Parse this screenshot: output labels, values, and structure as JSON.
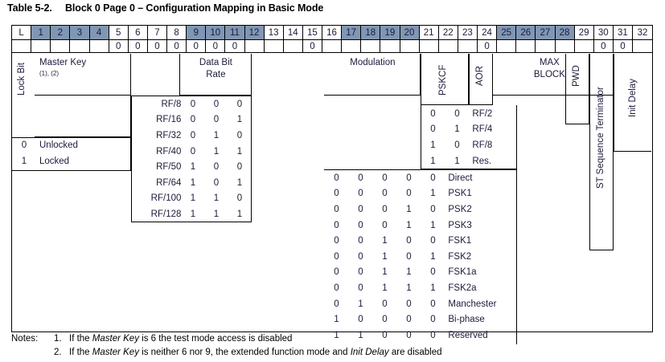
{
  "title": {
    "number": "Table 5-2.",
    "text": "Block 0 Page 0 – Configuration Mapping in Basic Mode"
  },
  "colors": {
    "shading": "#8097b3",
    "text": "#1b1b3a",
    "border": "#000000"
  },
  "header": {
    "first_label": "L",
    "columns": [
      "1",
      "2",
      "3",
      "4",
      "5",
      "6",
      "7",
      "8",
      "9",
      "10",
      "11",
      "12",
      "13",
      "14",
      "15",
      "16",
      "17",
      "18",
      "19",
      "20",
      "21",
      "22",
      "23",
      "24",
      "25",
      "26",
      "27",
      "28",
      "29",
      "30",
      "31",
      "32"
    ],
    "shaded_groups": [
      [
        1,
        4
      ],
      [
        9,
        12
      ],
      [
        17,
        20
      ],
      [
        25,
        28
      ]
    ],
    "fixed_zero_row": {
      "5": "0",
      "6": "0",
      "7": "0",
      "8": "0",
      "9": "0",
      "10": "0",
      "11": "0",
      "15": "0",
      "24": "0",
      "30": "0",
      "31": "0"
    }
  },
  "fields": {
    "lock_bit": {
      "label": "Lock Bit",
      "values": [
        {
          "bit": "0",
          "meaning": "Unlocked"
        },
        {
          "bit": "1",
          "meaning": "Locked"
        }
      ]
    },
    "master_key": {
      "label": "Master Key",
      "footnotes": "(1), (2)"
    },
    "data_bit_rate": {
      "label_line1": "Data Bit",
      "label_line2": "Rate",
      "rows": [
        {
          "name": "RF/8",
          "bits": [
            "0",
            "0",
            "0"
          ]
        },
        {
          "name": "RF/16",
          "bits": [
            "0",
            "0",
            "1"
          ]
        },
        {
          "name": "RF/32",
          "bits": [
            "0",
            "1",
            "0"
          ]
        },
        {
          "name": "RF/40",
          "bits": [
            "0",
            "1",
            "1"
          ]
        },
        {
          "name": "RF/50",
          "bits": [
            "1",
            "0",
            "0"
          ]
        },
        {
          "name": "RF/64",
          "bits": [
            "1",
            "0",
            "1"
          ]
        },
        {
          "name": "RF/100",
          "bits": [
            "1",
            "1",
            "0"
          ]
        },
        {
          "name": "RF/128",
          "bits": [
            "1",
            "1",
            "1"
          ]
        }
      ]
    },
    "modulation": {
      "label": "Modulation",
      "rows": [
        {
          "bits": [
            "0",
            "0",
            "0",
            "0",
            "0"
          ],
          "name": "Direct"
        },
        {
          "bits": [
            "0",
            "0",
            "0",
            "0",
            "1"
          ],
          "name": "PSK1"
        },
        {
          "bits": [
            "0",
            "0",
            "0",
            "1",
            "0"
          ],
          "name": "PSK2"
        },
        {
          "bits": [
            "0",
            "0",
            "0",
            "1",
            "1"
          ],
          "name": "PSK3"
        },
        {
          "bits": [
            "0",
            "0",
            "1",
            "0",
            "0"
          ],
          "name": "FSK1"
        },
        {
          "bits": [
            "0",
            "0",
            "1",
            "0",
            "1"
          ],
          "name": "FSK2"
        },
        {
          "bits": [
            "0",
            "0",
            "1",
            "1",
            "0"
          ],
          "name": "FSK1a"
        },
        {
          "bits": [
            "0",
            "0",
            "1",
            "1",
            "1"
          ],
          "name": "FSK2a"
        },
        {
          "bits": [
            "0",
            "1",
            "0",
            "0",
            "0"
          ],
          "name": "Manchester"
        },
        {
          "bits": [
            "1",
            "0",
            "0",
            "0",
            "0"
          ],
          "name": "Bi-phase"
        },
        {
          "bits": [
            "1",
            "1",
            "0",
            "0",
            "0"
          ],
          "name": "Reserved"
        }
      ]
    },
    "pskcf": {
      "label": "PSKCF",
      "rows": [
        {
          "bits": [
            "0",
            "0"
          ],
          "name": "RF/2"
        },
        {
          "bits": [
            "0",
            "1"
          ],
          "name": "RF/4"
        },
        {
          "bits": [
            "1",
            "0"
          ],
          "name": "RF/8"
        },
        {
          "bits": [
            "1",
            "1"
          ],
          "name": "Res."
        }
      ]
    },
    "aor": {
      "label": "AOR"
    },
    "max_block": {
      "label_line1": "MAX",
      "label_line2": "BLOCK"
    },
    "pwd": {
      "label": "PWD"
    },
    "st_seq": {
      "label": "ST Sequence Terminator"
    },
    "init_delay": {
      "label": "Init Delay"
    }
  },
  "notes": {
    "heading": "Notes:",
    "items": [
      {
        "num": "1.",
        "pre": "If the ",
        "em1": "Master Key",
        "mid": " is 6 the test mode access is disabled",
        "em2": "",
        "post": ""
      },
      {
        "num": "2.",
        "pre": "If the ",
        "em1": "Master Key",
        "mid": " is neither 6 nor 9, the extended function mode and ",
        "em2": "Init Delay",
        "post": " are disabled"
      }
    ]
  }
}
